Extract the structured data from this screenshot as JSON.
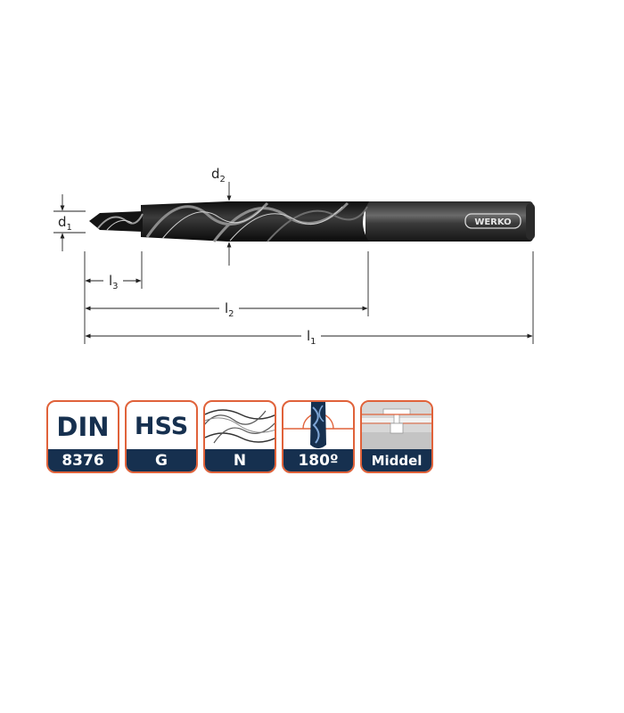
{
  "drawing": {
    "brand_mark": "WERKO",
    "dimensions": {
      "d1": {
        "base": "d",
        "sub": "1"
      },
      "d2": {
        "base": "d",
        "sub": "2"
      },
      "l1": {
        "base": "l",
        "sub": "1"
      },
      "l2": {
        "base": "l",
        "sub": "2"
      },
      "l3": {
        "base": "l",
        "sub": "3"
      }
    }
  },
  "badges": [
    {
      "id": "standard",
      "top": "DIN",
      "bottom": "8376"
    },
    {
      "id": "material",
      "top": "HSS",
      "bottom": "G"
    },
    {
      "id": "type",
      "icon": "twist-drill-icon",
      "bottom": "N"
    },
    {
      "id": "point-angle",
      "icon": "point-angle-icon",
      "bottom": "180º"
    },
    {
      "id": "counterbore",
      "icon": "counterbore-icon",
      "bottom": "Middel"
    }
  ],
  "colors": {
    "badge_border": "#e0623a",
    "badge_navy": "#16304f",
    "drill_dark": "#1c1c1c",
    "shank": "#4a4a4a"
  }
}
